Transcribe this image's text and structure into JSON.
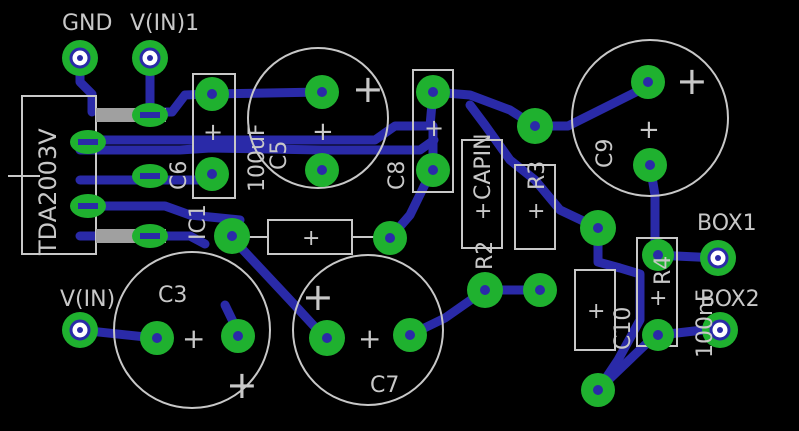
{
  "colors": {
    "background": "#000000",
    "trace": "#2a2aa8",
    "pad": "#1fb12f",
    "silk": "#c8c8c8",
    "smd": "#a0a0a0"
  },
  "labels": {
    "gnd": "GND",
    "vin1": "V(IN)1",
    "vin": "V(IN)",
    "box1": "BOX1",
    "box2": "BOX2",
    "ic": "TDA2003V",
    "ic1": "IC1",
    "c3": "C3",
    "c5": "C5",
    "c5_value": "100uF",
    "c6": "C6",
    "c7": "C7",
    "c8": "C8",
    "c9": "C9",
    "c10": "C10",
    "c10_value": "100nF",
    "r2": "R2",
    "r3": "R3",
    "r4": "R4",
    "capin": "CAPIN",
    "plus": "+"
  }
}
